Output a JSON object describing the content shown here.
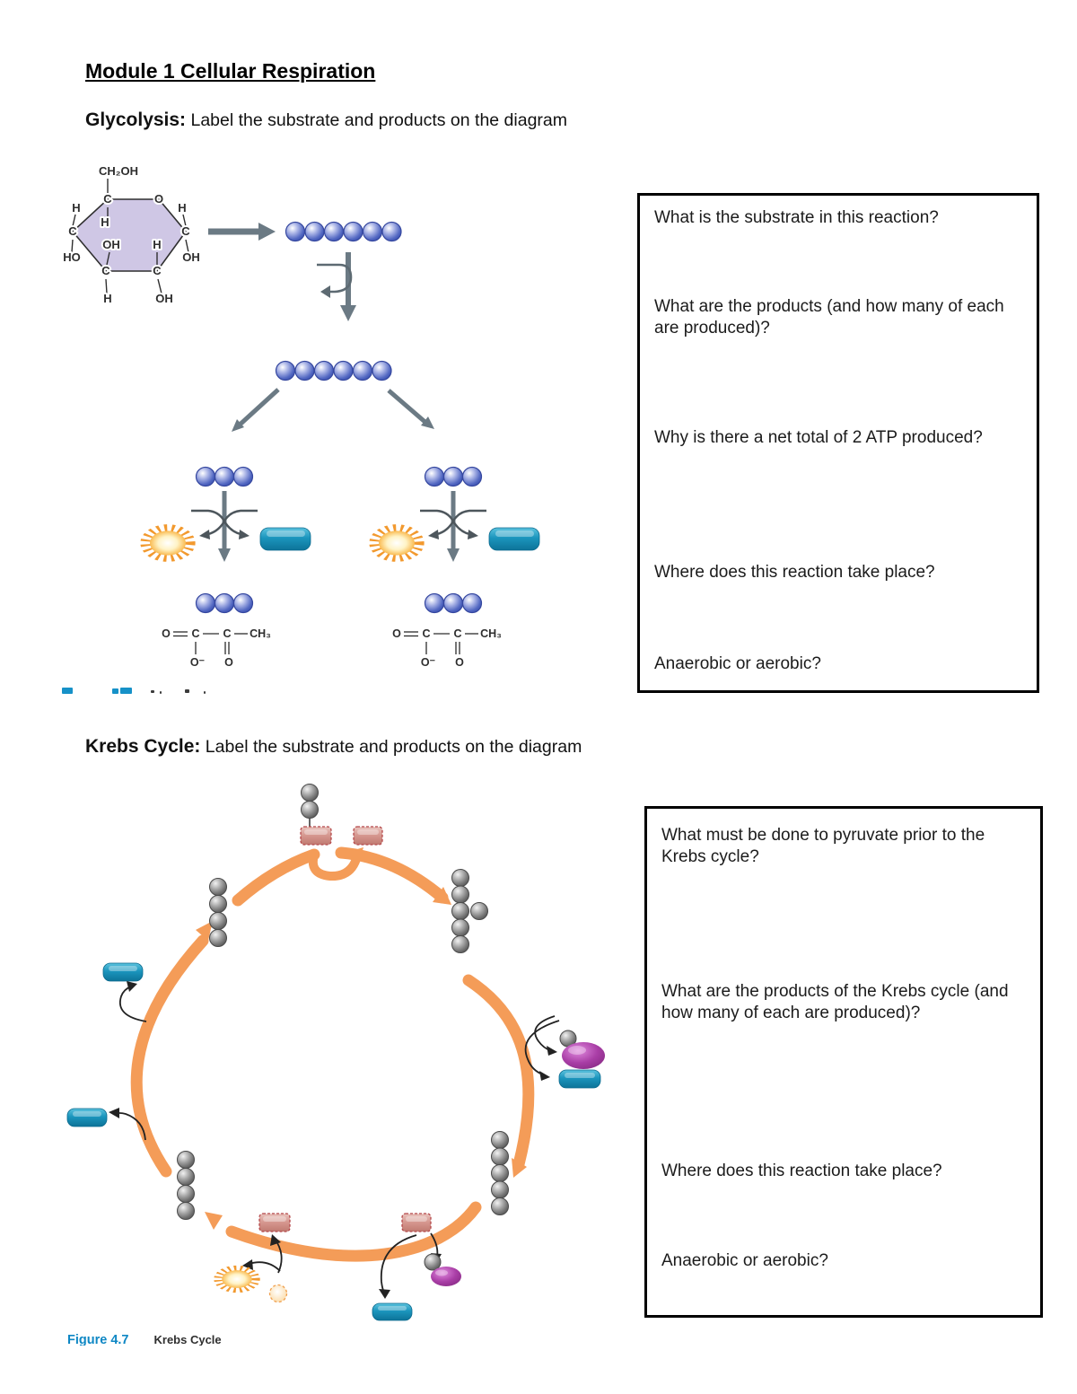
{
  "document": {
    "title": "Module 1 Cellular Respiration",
    "glycolysis_heading": {
      "term": "Glycolysis:",
      "instruction": " Label the substrate and products on the diagram"
    },
    "krebs_heading": {
      "term": "Krebs Cycle:",
      "instruction": " Label the substrate and products on the diagram"
    }
  },
  "glycolysis": {
    "glucose": {
      "ch2oh": "CH₂OH",
      "c": "C",
      "o": "O",
      "h": "H",
      "oh": "OH",
      "ho": "HO"
    },
    "pyruvate": {
      "o": "O",
      "c": "C",
      "ch3": "CH₃",
      "o_minus": "O⁻"
    },
    "questions": [
      "What is the substrate in this reaction?",
      "What are the products (and how many of each are produced)?",
      "Why is there a net total of 2 ATP produced?",
      "Where does this reaction take place?",
      "Anaerobic or aerobic?"
    ]
  },
  "krebs": {
    "questions": [
      "What must be done to pyruvate prior to the Krebs cycle?",
      "What are the products of the Krebs cycle (and how many of each are produced)?",
      "Where does this reaction take place?",
      "Anaerobic or aerobic?"
    ],
    "caption": {
      "figure": "Figure 4.7",
      "label": "Krebs Cycle"
    }
  }
}
